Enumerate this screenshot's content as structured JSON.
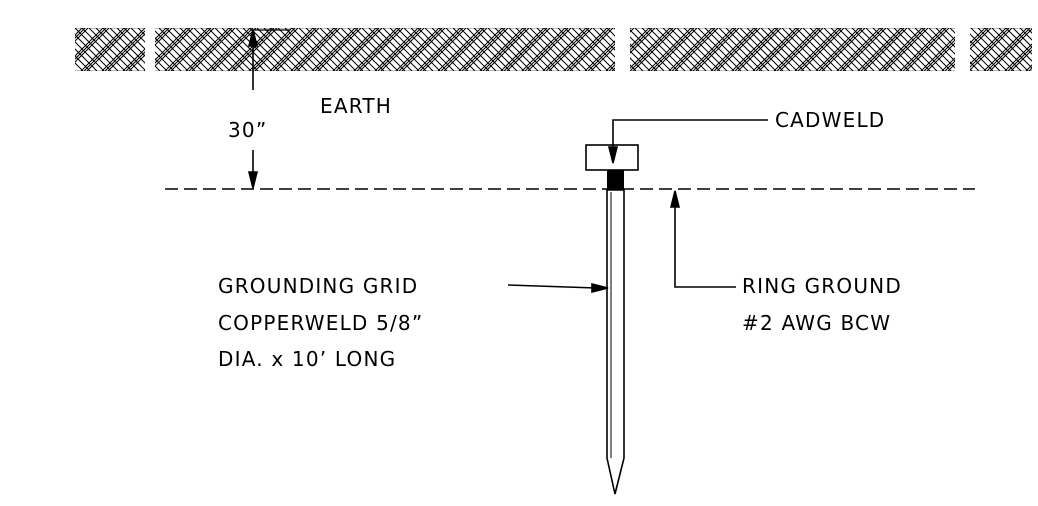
{
  "labels": {
    "earth": "EARTH",
    "depth": "30”",
    "cadweld": "CADWELD",
    "grid_line1": "GROUNDING GRID",
    "grid_line2": "COPPERWELD 5/8”",
    "grid_line3": "DIA. x 10’ LONG",
    "ring_line1": "RING GROUND",
    "ring_line2": "#2 AWG BCW"
  },
  "colors": {
    "ink": "#000000",
    "background": "#ffffff"
  }
}
